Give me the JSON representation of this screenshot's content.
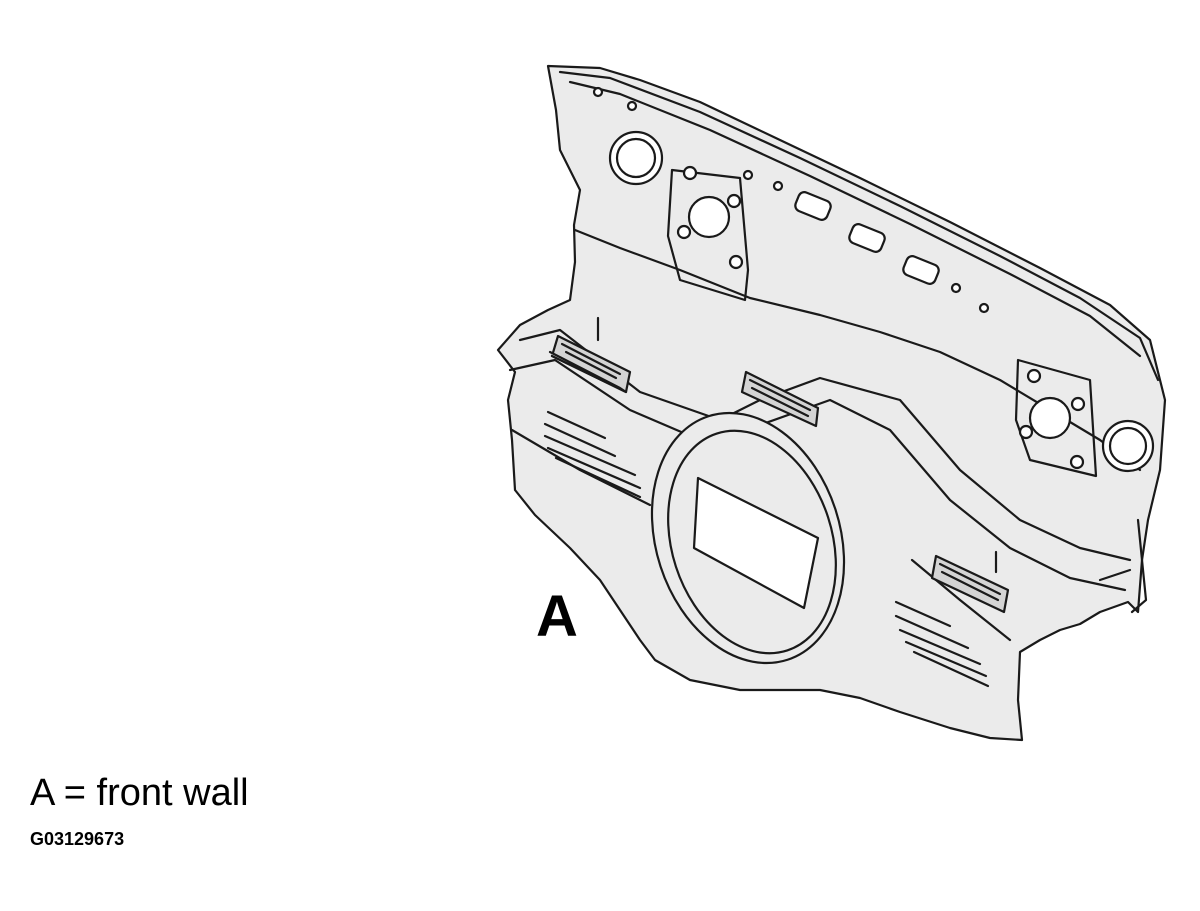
{
  "diagram": {
    "callout_label": "A",
    "legend_text": "A = front wall",
    "figure_id": "G03129673",
    "fill_color": "#ebebeb",
    "line_color": "#1a1a1a"
  }
}
